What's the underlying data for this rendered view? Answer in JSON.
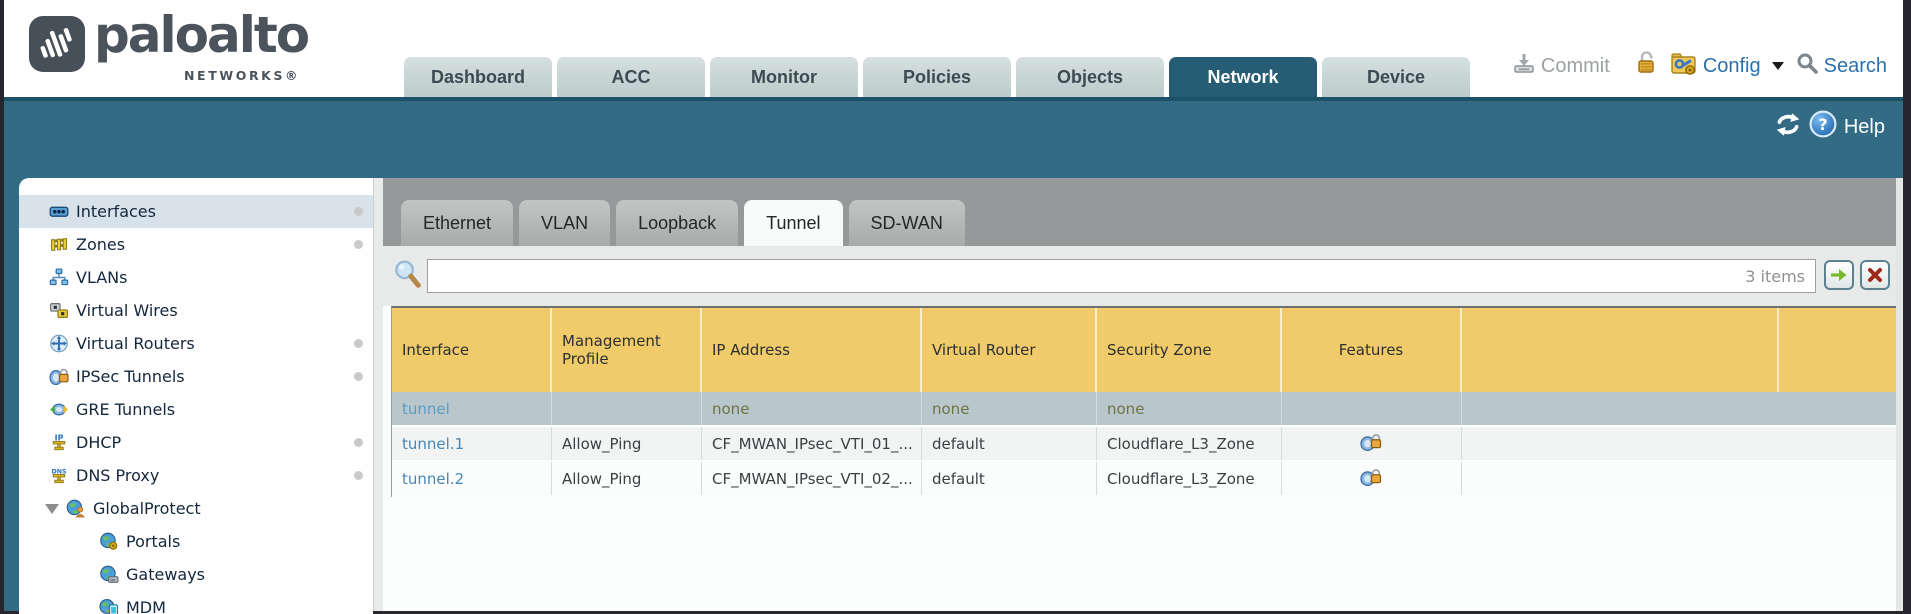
{
  "brand": {
    "name": "paloalto",
    "sub": "NETWORKS®"
  },
  "nav": {
    "tabs": [
      {
        "label": "Dashboard",
        "active": false
      },
      {
        "label": "ACC",
        "active": false
      },
      {
        "label": "Monitor",
        "active": false
      },
      {
        "label": "Policies",
        "active": false
      },
      {
        "label": "Objects",
        "active": false
      },
      {
        "label": "Network",
        "active": true
      },
      {
        "label": "Device",
        "active": false
      }
    ]
  },
  "header_actions": {
    "commit": "Commit",
    "config": "Config",
    "search": "Search"
  },
  "band": {
    "help": "Help"
  },
  "sidebar": {
    "items": [
      {
        "label": "Interfaces",
        "icon": "interfaces-icon",
        "selected": true,
        "dot": true
      },
      {
        "label": "Zones",
        "icon": "zones-icon",
        "selected": false,
        "dot": true
      },
      {
        "label": "VLANs",
        "icon": "vlans-icon",
        "selected": false,
        "dot": false
      },
      {
        "label": "Virtual Wires",
        "icon": "virtual-wires-icon",
        "selected": false,
        "dot": false
      },
      {
        "label": "Virtual Routers",
        "icon": "virtual-routers-icon",
        "selected": false,
        "dot": true
      },
      {
        "label": "IPSec Tunnels",
        "icon": "ipsec-tunnels-icon",
        "selected": false,
        "dot": true
      },
      {
        "label": "GRE Tunnels",
        "icon": "gre-tunnels-icon",
        "selected": false,
        "dot": false
      },
      {
        "label": "DHCP",
        "icon": "dhcp-icon",
        "selected": false,
        "dot": true
      },
      {
        "label": "DNS Proxy",
        "icon": "dns-proxy-icon",
        "selected": false,
        "dot": true
      },
      {
        "label": "GlobalProtect",
        "icon": "globalprotect-icon",
        "selected": false,
        "dot": false,
        "expanded": true
      },
      {
        "label": "Portals",
        "icon": "portals-icon",
        "selected": false,
        "dot": false,
        "child": true
      },
      {
        "label": "Gateways",
        "icon": "gateways-icon",
        "selected": false,
        "dot": false,
        "child": true
      },
      {
        "label": "MDM",
        "icon": "mdm-icon",
        "selected": false,
        "dot": false,
        "child": true
      }
    ]
  },
  "subtabs": {
    "tabs": [
      {
        "label": "Ethernet",
        "active": false
      },
      {
        "label": "VLAN",
        "active": false
      },
      {
        "label": "Loopback",
        "active": false
      },
      {
        "label": "Tunnel",
        "active": true
      },
      {
        "label": "SD-WAN",
        "active": false
      }
    ]
  },
  "toolbar": {
    "items_count": "3 items"
  },
  "table": {
    "columns": [
      "Interface",
      "Management Profile",
      "IP Address",
      "Virtual Router",
      "Security Zone",
      "Features"
    ],
    "rows": [
      {
        "interface": "tunnel",
        "management_profile": "",
        "ip_address": "none",
        "virtual_router": "none",
        "security_zone": "none",
        "features_lock": false,
        "selected": true
      },
      {
        "interface": "tunnel.1",
        "management_profile": "Allow_Ping",
        "ip_address": "CF_MWAN_IPsec_VTI_01_...",
        "virtual_router": "default",
        "security_zone": "Cloudflare_L3_Zone",
        "features_lock": true,
        "selected": false
      },
      {
        "interface": "tunnel.2",
        "management_profile": "Allow_Ping",
        "ip_address": "CF_MWAN_IPsec_VTI_02_...",
        "virtual_router": "default",
        "security_zone": "Cloudflare_L3_Zone",
        "features_lock": true,
        "selected": false
      }
    ]
  },
  "colors": {
    "band_teal": "#336b85",
    "active_tab": "#265d74",
    "table_header": "#f1cb69",
    "selected_row": "#b9c7cc",
    "link_blue": "#4787b5",
    "none_olive": "#6d7342"
  }
}
